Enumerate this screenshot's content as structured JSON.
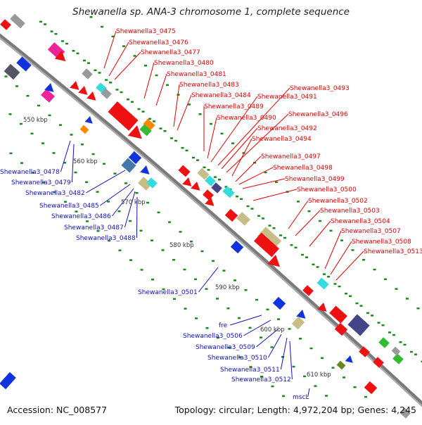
{
  "title": "Shewanella sp. ANA-3 chromosome 1, complete sequence",
  "footer": {
    "accession": "Accession: NC_008577",
    "topology": "Topology: circular; Length: 4,972,204 bp; Genes: 4,245"
  },
  "colors": {
    "label_red": "#e00000",
    "label_blue": "#1010c0",
    "backbone": "#7a7a7a",
    "tick": "#1a8a1a",
    "gene_red": "#ee1111",
    "gene_blue": "#1133dd",
    "gene_pink": "#ee2299",
    "gene_tan": "#c8bd86",
    "gene_cyan": "#33dddd",
    "gene_grey": "#999999",
    "gene_darkgrey": "#555566",
    "gene_navy": "#444488",
    "gene_steel": "#4477aa",
    "gene_green": "#33bb33",
    "gene_orange": "#ff8800",
    "gene_olive": "#668822"
  },
  "kbp_labels": [
    "550 kbp",
    "560 kbp",
    "570 kbp",
    "580 kbp",
    "590 kbp",
    "600 kbp",
    "610 kbp"
  ],
  "red_labels": [
    "Shewanella3_0475",
    "Shewanella3_0476",
    "Shewanella3_0477",
    "Shewanella3_0480",
    "Shewanella3_0481",
    "Shewanella3_0483",
    "Shewanella3_0484",
    "Shewanella3_0489",
    "Shewanella3_0490",
    "Shewanella3_0491",
    "Shewanella3_0493",
    "Shewanella3_0492",
    "Shewanella3_0496",
    "Shewanella3_0494",
    "Shewanella3_0497",
    "Shewanella3_0498",
    "Shewanella3_0499",
    "Shewanella3_0500",
    "Shewanella3_0502",
    "Shewanella3_0503",
    "Shewanella3_0504",
    "Shewanella3_0507",
    "Shewanella3_0508",
    "Shewanella3_0513"
  ],
  "blue_labels": [
    "Shewanella3_0478",
    "Shewanella3_0479",
    "Shewanella3_0482",
    "Shewanella3_0485",
    "Shewanella3_0486",
    "Shewanella3_0487",
    "Shewanella3_0488",
    "Shewanella3_0501",
    "fre",
    "Shewanella3_0506",
    "Shewanella3_0509",
    "Shewanella3_0510",
    "Shewanella3_0511",
    "Shewanella3_0512",
    "mscL"
  ]
}
